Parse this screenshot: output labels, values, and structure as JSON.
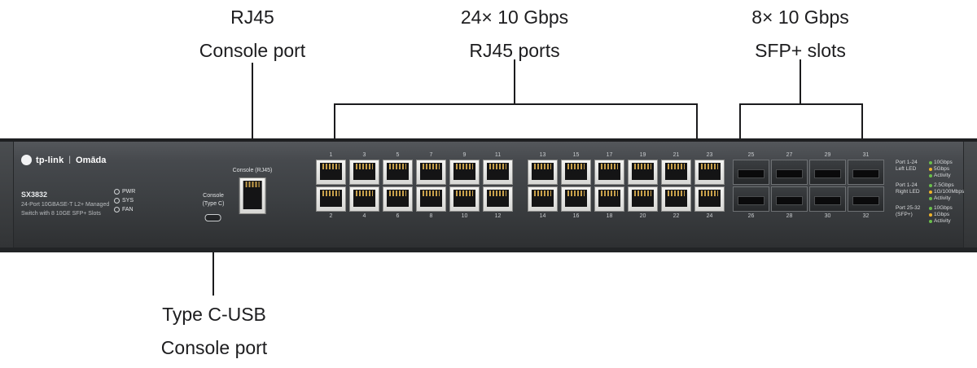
{
  "callouts": {
    "rj45_console": {
      "line1": "RJ45",
      "line2": "Console port"
    },
    "rj45_ports": {
      "line1": "24× 10 Gbps",
      "line2": "RJ45 ports"
    },
    "sfp_slots": {
      "line1": "8× 10 Gbps",
      "line2": "SFP+ slots"
    },
    "typec_console": {
      "line1": "Type C-USB",
      "line2": "Console port"
    }
  },
  "device": {
    "brand": "tp-link",
    "brand_divider": "|",
    "brand_sub": "Omāda",
    "model": "SX3832",
    "description_line1": "24-Port 10GBASE-T L2+ Managed",
    "description_line2": "Switch with 8 10GE SFP+ Slots",
    "leds": [
      "PWR",
      "SYS",
      "FAN"
    ],
    "console_typec_label_line1": "Console",
    "console_typec_label_line2": "(Type C)",
    "console_rj45_label": "Console (RJ45)",
    "rj45_top_numbers": [
      "1",
      "3",
      "5",
      "7",
      "9",
      "11",
      "13",
      "15",
      "17",
      "19",
      "21",
      "23"
    ],
    "rj45_bottom_numbers": [
      "2",
      "4",
      "6",
      "8",
      "10",
      "12",
      "14",
      "16",
      "18",
      "20",
      "22",
      "24"
    ],
    "sfp_top_numbers": [
      "25",
      "27",
      "29",
      "31"
    ],
    "sfp_bottom_numbers": [
      "26",
      "28",
      "30",
      "32"
    ],
    "legend": [
      {
        "title_line1": "Port 1-24",
        "title_line2": "Left LED",
        "items": [
          {
            "color": "#6abf4b",
            "label": "10Gbps"
          },
          {
            "color": "#f0b429",
            "label": "5Gbps"
          },
          {
            "color": "#6abf4b",
            "label": "Activity"
          }
        ]
      },
      {
        "title_line1": "Port 1-24",
        "title_line2": "Right LED",
        "items": [
          {
            "color": "#6abf4b",
            "label": "2.5Gbps"
          },
          {
            "color": "#f0b429",
            "label": "1G/100Mbps"
          },
          {
            "color": "#6abf4b",
            "label": "Activity"
          }
        ]
      },
      {
        "title_line1": "Port 25-32",
        "title_line2": "(SFP+)",
        "items": [
          {
            "color": "#6abf4b",
            "label": "10Gbps"
          },
          {
            "color": "#f0b429",
            "label": "1Gbps"
          },
          {
            "color": "#6abf4b",
            "label": "Activity"
          }
        ]
      }
    ]
  }
}
